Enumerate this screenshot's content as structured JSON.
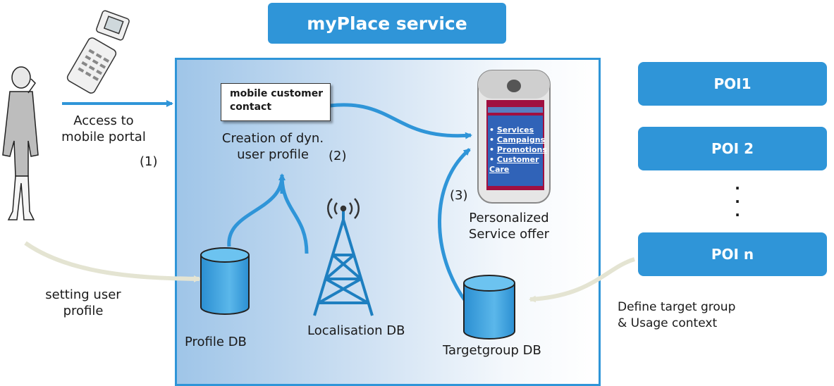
{
  "title": "myPlace service",
  "note_text": "mobile customer contact",
  "labels": {
    "access": "Access to mobile portal",
    "step1": "(1)",
    "creation": "Creation of dyn. user profile",
    "step2": "(2)",
    "step3": "(3)",
    "personalized": "Personalized Service offer",
    "setting": "setting user profile",
    "profile_db": "Profile DB",
    "localisation_db": "Localisation DB",
    "targetgroup_db": "Targetgroup DB",
    "define": "Define target group & Usage context"
  },
  "pois": [
    "POI1",
    "POI 2",
    "POI n"
  ],
  "phone_menu": [
    "Services",
    "Campaigns",
    "Promotions",
    "Customer Care"
  ],
  "colors": {
    "accent": "#2f95d8",
    "db_fill": "#3aa0dd",
    "arrow": "#2f95d8",
    "feedback_arrow": "#eeeedd"
  }
}
